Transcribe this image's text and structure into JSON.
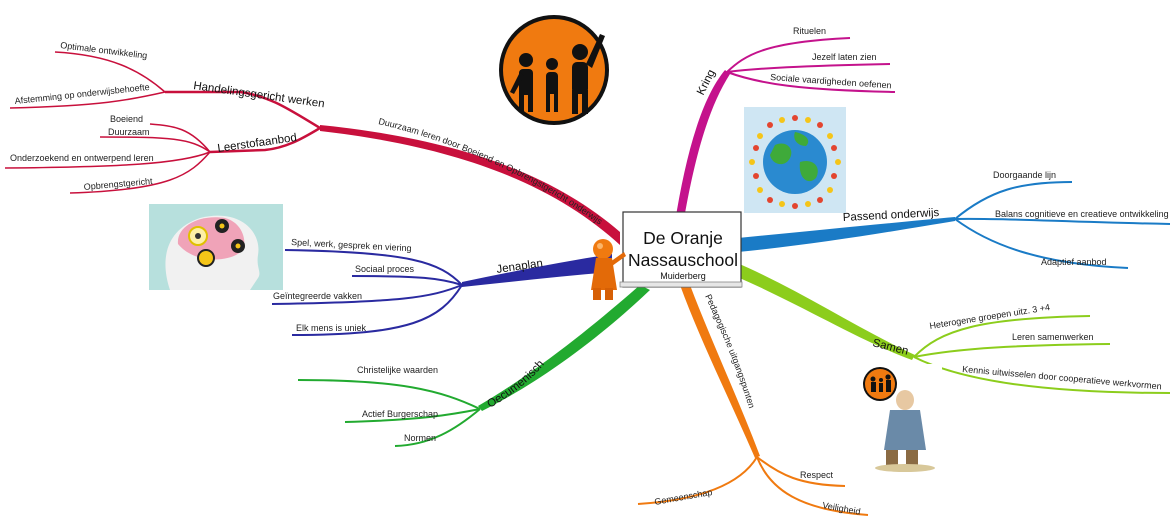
{
  "center": {
    "title_line1": "De Oranje",
    "title_line2": "Nassauschool",
    "subtitle": "Muiderberg"
  },
  "branches": {
    "duurzaam": {
      "label": "Duurzaam leren door Boeiend en Opbrengstgericht onderwijs AanB",
      "color": "#c8103c",
      "sub1": {
        "label": "Handelingsgericht werken",
        "leaves": [
          "Optimale ontwikkeling",
          "Afstemming op onderwijsbehoefte"
        ]
      },
      "sub2": {
        "label": "Leerstofaanbod",
        "leaves": [
          "Boeiend",
          "Duurzaam",
          "Onderzoekend en ontwerpend leren",
          "Opbrengstgericht"
        ]
      }
    },
    "kring": {
      "label": "Kring",
      "color": "#c4128c",
      "leaves": [
        "Rituelen",
        "Jezelf laten zien",
        "Sociale vaardigheden oefenen"
      ]
    },
    "passend": {
      "label": "Passend onderwijs",
      "color": "#1a7bc6",
      "leaves": [
        "Doorgaande lijn",
        "Balans cognitieve en creatieve ontwikkeling",
        "Adaptief aanbod"
      ]
    },
    "samen": {
      "label": "Samen",
      "color": "#8ccd1c",
      "leaves": [
        "Heterogene groepen uitz. 3 +4",
        "Leren samenwerken",
        "Kennis uitwisselen door cooperatieve werkvormen"
      ]
    },
    "pedagogische": {
      "label": "Pedagogische uitgangspunten",
      "color": "#f07a10",
      "leaves": [
        "Respect",
        "Gemeenschap",
        "Veiligheid"
      ]
    },
    "oecumenisch": {
      "label": "Oecumenisch",
      "color": "#22aa30",
      "leaves": [
        "Christelijke waarden",
        "Actief Burgerschap",
        "Normen"
      ]
    },
    "jenaplan": {
      "label": "Jenaplan",
      "color": "#2a2aa0",
      "leaves": [
        "Spel, werk, gesprek en viering",
        "Sociaal proces",
        "Geïntegreerde vakken",
        "Elk mens is uniek"
      ]
    }
  }
}
